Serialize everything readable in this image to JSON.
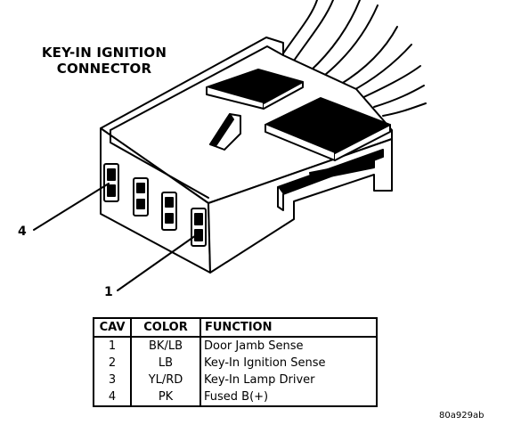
{
  "title": {
    "line1": "KEY-IN IGNITION",
    "line2": "CONNECTOR"
  },
  "callouts": {
    "cavity_4": "4",
    "cavity_1": "1"
  },
  "table": {
    "headers": {
      "cav": "CAV",
      "color": "COLOR",
      "function": "FUNCTION"
    },
    "rows": [
      {
        "cav": "1",
        "color": "BK/LB",
        "function": "Door Jamb Sense"
      },
      {
        "cav": "2",
        "color": "LB",
        "function": "Key-In Ignition Sense"
      },
      {
        "cav": "3",
        "color": "YL/RD",
        "function": "Key-In Lamp Driver"
      },
      {
        "cav": "4",
        "color": "PK",
        "function": "Fused B(+)"
      }
    ]
  },
  "figure_id": "80a929ab"
}
